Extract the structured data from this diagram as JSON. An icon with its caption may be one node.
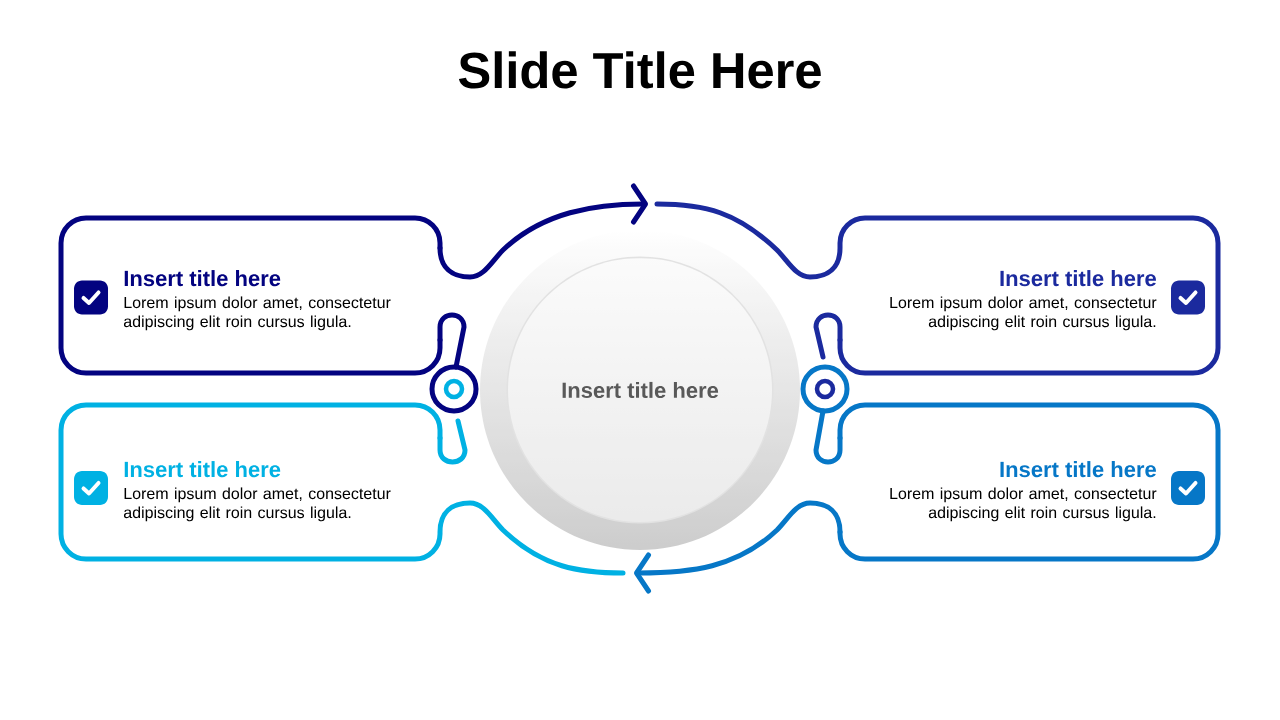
{
  "diagram": {
    "title": "Slide Title Here",
    "nodes": [
      {
        "text": [
          "Insert title here",
          "Lorem ipsum dolor amet, consectetur adipiscing elit roin cursus ligula."
        ]
      },
      {
        "text": [
          "Insert title here",
          "Lorem ipsum dolor amet, consectetur adipiscing elit roin cursus ligula."
        ]
      },
      {
        "text": [
          "Insert title here"
        ]
      },
      {
        "text": [
          "Insert title here",
          "Lorem ipsum dolor amet, consectetur adipiscing elit roin cursus ligula."
        ]
      },
      {
        "text": [
          "Insert title here",
          "Lorem ipsum dolor amet, consectetur adipiscing elit roin cursus ligula."
        ]
      },
      {
        "text": [],
        "shape": "circle"
      },
      {
        "text": [],
        "shape": "circle"
      }
    ],
    "edges": [
      {
        "from": 0,
        "to": 1,
        "arrow": "to",
        "color": "#030380"
      },
      {
        "from": 4,
        "to": 3,
        "arrow": "to",
        "color": "#0677c7"
      },
      {
        "from": 0,
        "to": 5,
        "arrow": "none",
        "color": "#030380"
      },
      {
        "from": 3,
        "to": 5,
        "arrow": "none",
        "color": "#00b1e3"
      },
      {
        "from": 1,
        "to": 6,
        "arrow": "none",
        "color": "#1b2a9e"
      },
      {
        "from": 4,
        "to": 6,
        "arrow": "none",
        "color": "#0677c7"
      }
    ]
  }
}
